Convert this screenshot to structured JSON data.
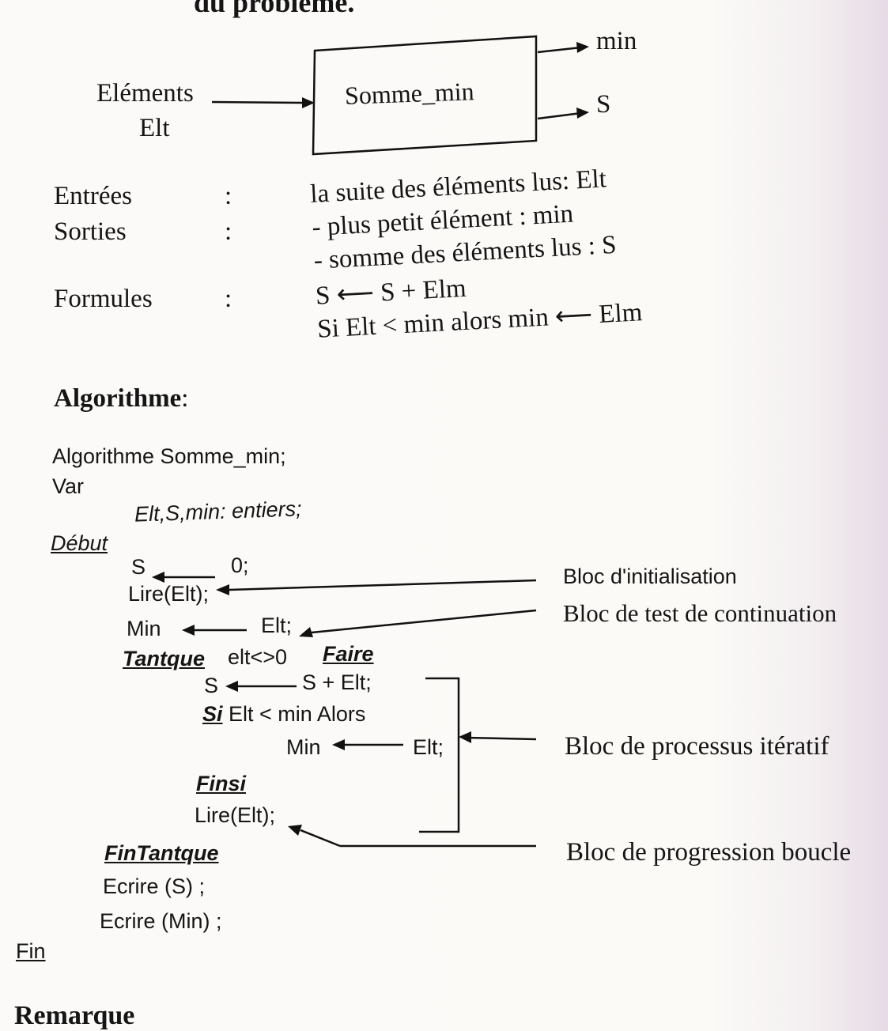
{
  "header_fragment": "du problème.",
  "diagram": {
    "box_label": "Somme_min",
    "input_label_1": "Eléments",
    "input_label_2": "Elt",
    "output_1": "min",
    "output_2": "S"
  },
  "spec": {
    "entrees_label": "Entrées",
    "sorties_label": "Sorties",
    "formules_label": "Formules",
    "colon": ":",
    "entrees_value": "la suite des éléments lus: Elt",
    "sorties_value_1": "- plus petit élément : min",
    "sorties_value_2": "- somme des éléments lus : S",
    "formule_1": "S ⟵ S + Elm",
    "formule_2": "Si Elt < min alors min ⟵ Elm"
  },
  "algo_heading": "Algorithme",
  "algo_heading_colon": ":",
  "code": {
    "l1": "Algorithme Somme_min;",
    "l2": "Var",
    "l3": "Elt,S,min: entiers;",
    "debut": "Début",
    "s_init_a": "S",
    "s_init_b": "0;",
    "lire1": "Lire(Elt);",
    "min_a": "Min",
    "min_b": "Elt;",
    "tantque": "Tantque",
    "cond": "elt<>0",
    "faire": "Faire",
    "sum_a": "S",
    "sum_b": "S + Elt;",
    "si": "Si",
    "si_cond": "Elt < min Alors",
    "min2_a": "Min",
    "min2_b": "Elt;",
    "finsi": "Finsi",
    "lire2": "Lire(Elt);",
    "fintantque": "FinTantque",
    "ecrire1": "Ecrire (S) ;",
    "ecrire2": "Ecrire (Min) ;",
    "fin": "Fin"
  },
  "annotations": {
    "init": "Bloc d'initialisation",
    "test": "Bloc de test de continuation",
    "process": "Bloc de processus itératif",
    "progress": "Bloc de progression boucle"
  },
  "footer_fragment": "Remarque"
}
